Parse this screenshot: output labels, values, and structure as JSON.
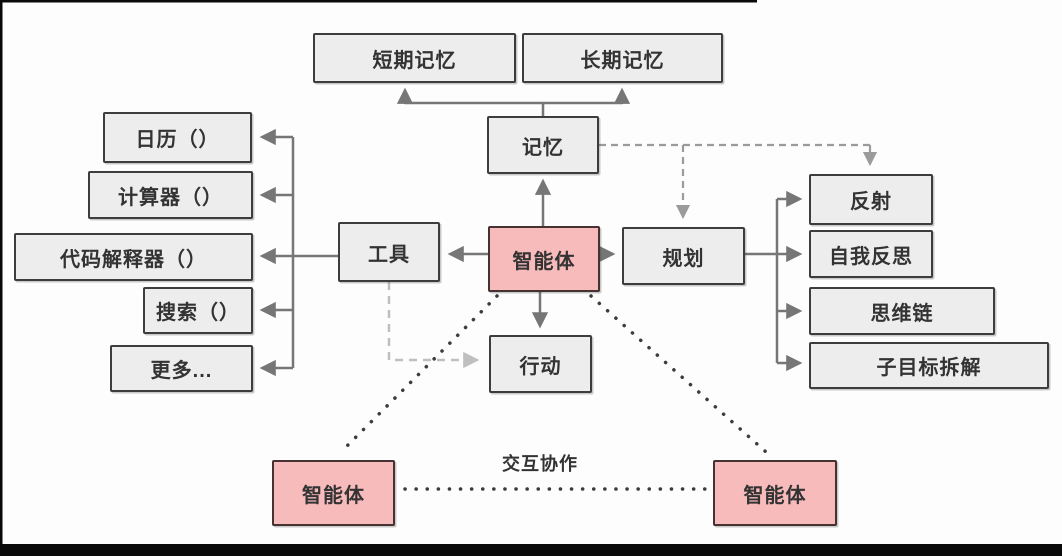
{
  "diagram": {
    "nodes": {
      "short_term_memory": {
        "label": "短期记忆"
      },
      "long_term_memory": {
        "label": "长期记忆"
      },
      "memory": {
        "label": "记忆"
      },
      "calendar": {
        "label": "日历（）"
      },
      "calculator": {
        "label": "计算器（）"
      },
      "code_interpreter": {
        "label": "代码解释器（）"
      },
      "search": {
        "label": "搜索（）"
      },
      "more": {
        "label": "更多..."
      },
      "tools": {
        "label": "工具"
      },
      "agent_center": {
        "label": "智能体"
      },
      "planning": {
        "label": "规划"
      },
      "action": {
        "label": "行动"
      },
      "reflection": {
        "label": "反射"
      },
      "self_reflection": {
        "label": "自我反思"
      },
      "chain_of_thought": {
        "label": "思维链"
      },
      "subgoal_decomposition": {
        "label": "子目标拆解"
      },
      "agent_bottom_left": {
        "label": "智能体"
      },
      "agent_bottom_right": {
        "label": "智能体"
      }
    },
    "edges": {
      "collaboration_label": "交互协作"
    },
    "colors": {
      "node_fill": "#ededed",
      "node_border": "#3d3d3d",
      "agent_fill": "#f8bbbb",
      "agent_border": "#463232",
      "arrow_solid": "#767676",
      "arrow_dashed": "#9b9b9b",
      "arrow_dashed_light": "#bfbfbf",
      "dotted_line": "#3c3c3c"
    }
  }
}
